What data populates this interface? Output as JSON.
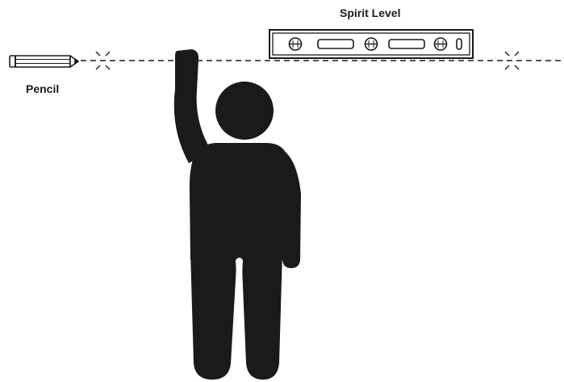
{
  "labels": {
    "spirit_level": "Spirit Level",
    "pencil": "Pencil"
  },
  "colors": {
    "ink": "#1a1a1a",
    "background": "#ffffff"
  },
  "icons": {
    "pencil": "pencil-icon",
    "spirit_level": "spirit-level-icon",
    "person": "person-silhouette",
    "mark_left": "cross-mark-icon",
    "mark_right": "cross-mark-icon"
  }
}
